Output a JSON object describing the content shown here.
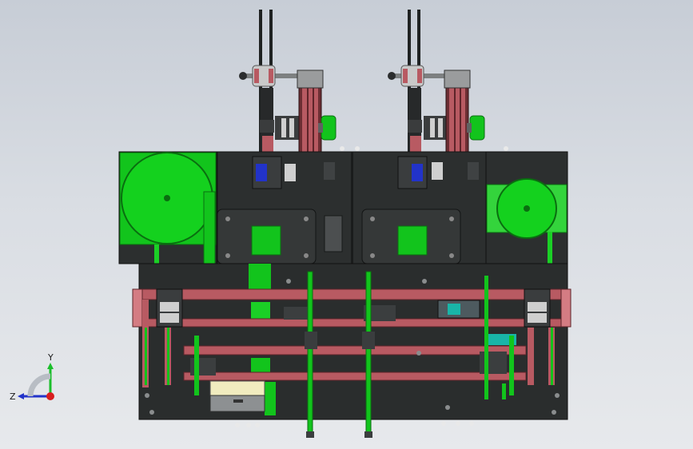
{
  "viewport": {
    "background_top": "#c7cdd6",
    "background_bottom": "#e7e9ec"
  },
  "colors": {
    "frame_dark": "#2c2f2f",
    "frame_edge": "#141616",
    "rail_pink": "#b85a62",
    "rail_pink_light": "#d47c83",
    "part_green": "#12c41c",
    "part_green_dark": "#0a7d10",
    "part_teal": "#19b5a8",
    "part_yellow": "#e8e2a8",
    "part_gray": "#8b8e90",
    "bolt_white": "#e9e9e9"
  },
  "model": {
    "assembly": "cad-machine-assembly",
    "motors": [
      "left-reel-motor",
      "right-reel-motor"
    ],
    "columns": [
      "left-lift-column",
      "right-lift-column"
    ]
  },
  "triad": {
    "y_label": "Y",
    "z_label": "Z",
    "y_color": "#1bbf2b",
    "z_color": "#2233c9",
    "x_color": "#d81e1e"
  }
}
